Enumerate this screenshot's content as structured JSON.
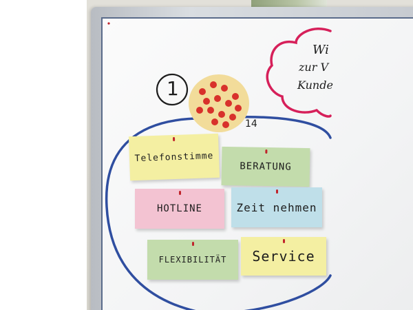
{
  "image": {
    "scene": "whiteboard with handwritten sticky notes",
    "colors": {
      "wall": "#dddbd3",
      "frame": "#c6cad0",
      "board": "#f6f7f8",
      "circle_stroke": "#2f4ea0",
      "cloud_stroke": "#d6205a",
      "magnet": "#f2dc9a",
      "dot": "#d8312b"
    }
  },
  "labels": {
    "number": "1",
    "dot_count": "14"
  },
  "cloud": {
    "line1": "Wi",
    "line2": "zur V",
    "line3": "Kunde"
  },
  "notes": [
    {
      "text": "Telefonstimme",
      "color": "yellow"
    },
    {
      "text": "BERATUNG",
      "color": "green"
    },
    {
      "text": "HOTLINE",
      "color": "pink"
    },
    {
      "text": "Zeit nehmen",
      "color": "blue"
    },
    {
      "text": "FLEXIBILITÄT",
      "color": "green"
    },
    {
      "text": "Service",
      "color": "yellow"
    }
  ]
}
